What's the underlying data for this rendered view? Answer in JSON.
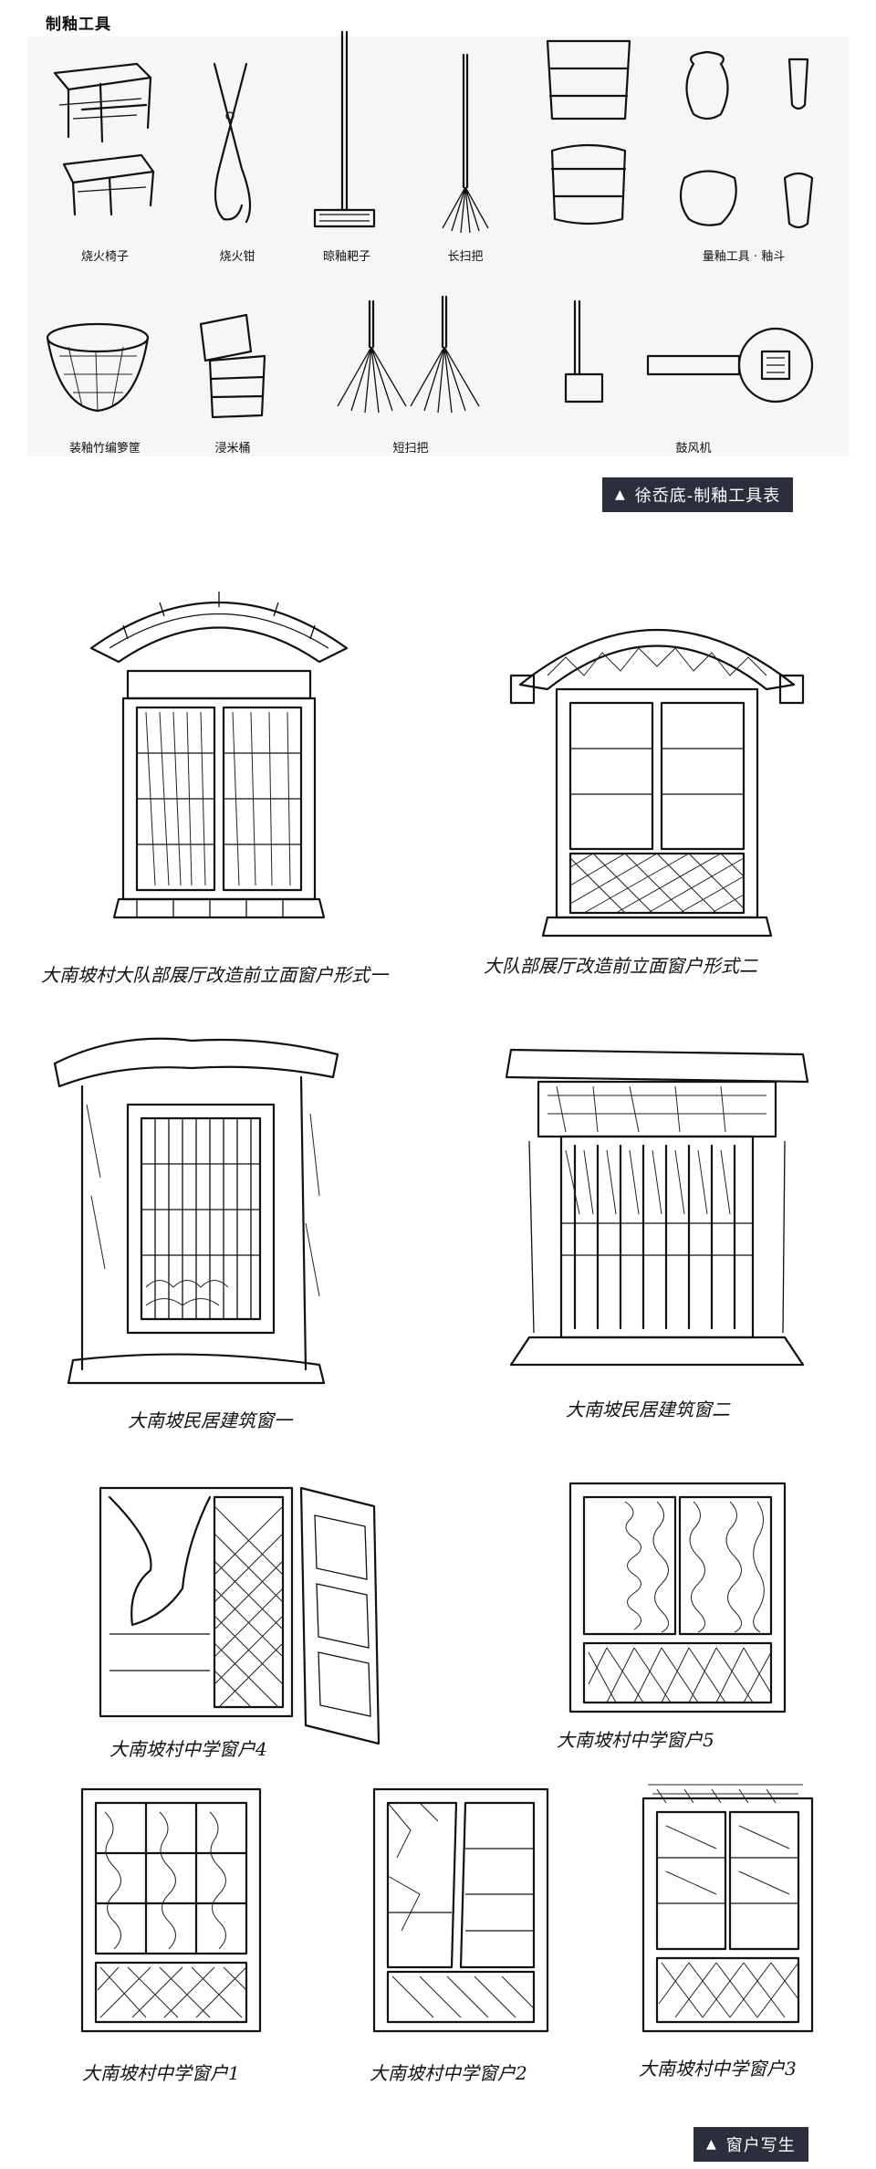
{
  "tools_section": {
    "title": "制釉工具",
    "tools": [
      {
        "label": "烧火椅子",
        "icon": "stool-icon"
      },
      {
        "label": "烧火钳",
        "icon": "tongs-icon"
      },
      {
        "label": "晾釉耙子",
        "icon": "rake-icon"
      },
      {
        "label": "长扫把",
        "icon": "long-broom-icon"
      },
      {
        "label": "量釉工具 · 釉斗",
        "icon": "glaze-bucket-icon"
      },
      {
        "label": "装釉竹编箩筐",
        "icon": "bamboo-basket-icon"
      },
      {
        "label": "浸米桶",
        "icon": "rice-bucket-icon"
      },
      {
        "label": "短扫把",
        "icon": "short-broom-icon"
      },
      {
        "label": "鼓风机",
        "icon": "blower-icon"
      }
    ],
    "caption": "徐岙底-制釉工具表"
  },
  "windows_section": {
    "windows": [
      {
        "label": "大南坡村大队部展厅改造前立面窗户形式一"
      },
      {
        "label": "大队部展厅改造前立面窗户形式二"
      },
      {
        "label": "大南坡民居建筑窗一"
      },
      {
        "label": "大南坡民居建筑窗二"
      },
      {
        "label": "大南坡村中学窗户4"
      },
      {
        "label": "大南坡村中学窗户5"
      },
      {
        "label": "大南坡村中学窗户1"
      },
      {
        "label": "大南坡村中学窗户2"
      },
      {
        "label": "大南坡村中学窗户3"
      }
    ],
    "caption": "窗户写生"
  },
  "caption_marker": "▲"
}
